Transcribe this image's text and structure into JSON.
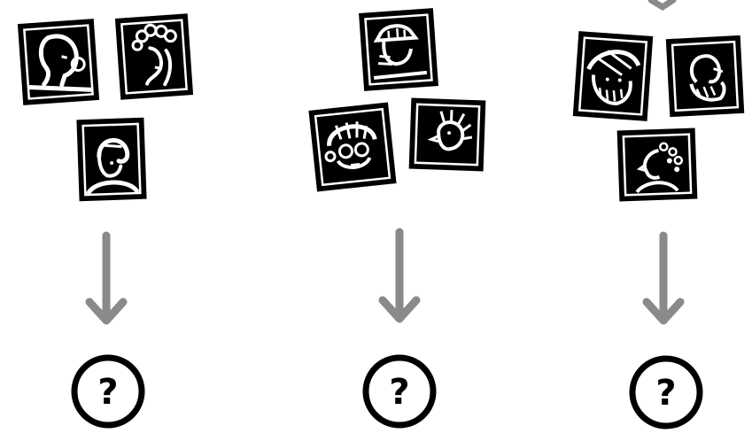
{
  "colors": {
    "ink": "#000000",
    "paper": "#ffffff",
    "arrow": "#8a8a8a"
  },
  "groups": [
    {
      "id": "left",
      "portraits": [
        {
          "subject": "man-profile-glasses",
          "icon": "portrait-icon"
        },
        {
          "subject": "curly-hair-profile",
          "icon": "portrait-icon"
        },
        {
          "subject": "woman-bob-hair",
          "icon": "portrait-icon"
        }
      ],
      "arrow_icon": "down-arrow-icon",
      "result_symbol": "?"
    },
    {
      "id": "middle",
      "portraits": [
        {
          "subject": "man-with-hat",
          "icon": "portrait-icon"
        },
        {
          "subject": "woman-with-glasses",
          "icon": "portrait-icon"
        },
        {
          "subject": "spiky-hair-profile",
          "icon": "portrait-icon"
        }
      ],
      "arrow_icon": "down-arrow-icon",
      "result_symbol": "?"
    },
    {
      "id": "right",
      "portraits": [
        {
          "subject": "bearded-man-hat",
          "icon": "portrait-icon"
        },
        {
          "subject": "bearded-man-profile",
          "icon": "portrait-icon"
        },
        {
          "subject": "curly-hair-woman-profile",
          "icon": "portrait-icon"
        }
      ],
      "arrow_icon": "down-arrow-icon",
      "result_symbol": "?"
    }
  ]
}
